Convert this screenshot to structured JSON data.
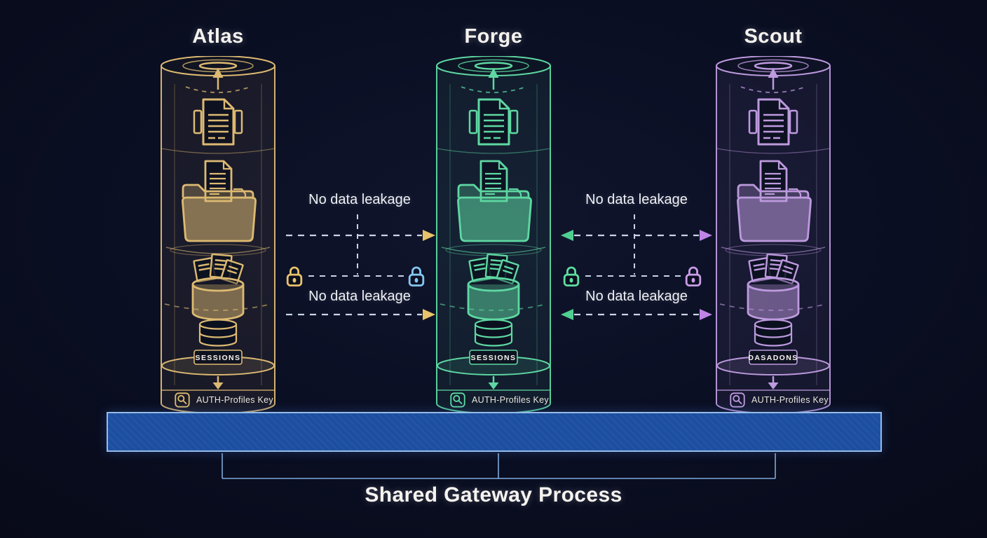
{
  "canvas": {
    "background_center": "#10152d",
    "background_edge": "#070a17"
  },
  "pillars": [
    {
      "title": "Atlas",
      "accent": "#ddba72",
      "db_label": "SESSIONS",
      "footer_label": "AUTH-Profiles Key"
    },
    {
      "title": "Forge",
      "accent": "#5ed8a2",
      "db_label": "SESSIONS",
      "footer_label": "AUTH-Profiles Key"
    },
    {
      "title": "Scout",
      "accent": "#bd9ade",
      "db_label": "DASADONS",
      "footer_label": "AUTH-Profiles Key"
    }
  ],
  "channels": [
    {
      "top_label": "No data leakage",
      "bottom_label": "No data leakage",
      "dash_color": "#c9d3e4",
      "left_lock_color": "#e7c36a",
      "right_lock_color": "#85c8f2",
      "arrowhead_color": "#e7c36a"
    },
    {
      "top_label": "No data leakage",
      "bottom_label": "No data leakage",
      "dash_color": "#c9d3e4",
      "left_lock_color": "#5fdf9f",
      "right_lock_color": "#cb9ce8",
      "arrowhead_left_color": "#4fcf92",
      "arrowhead_right_color": "#bf84e6"
    }
  ],
  "gateway": {
    "label": "Shared Gateway Process",
    "bar_color": "#1d4fa1",
    "bar_border_color": "#94bce9",
    "bracket_color": "#7fa9da"
  },
  "icons": {
    "up-arrow-icon": "triangle arrow pointing up out of cylinder lid",
    "documents-icon": "document page with text lines and side copies",
    "folder-icon": "open folder with document sticking out",
    "document-bucket-icon": "open container holding stacked documents",
    "sessions-db-icon": "small stacked-disc database",
    "down-arrow-icon": "triangle arrow pointing down to gateway",
    "magnifier-icon": "magnifying glass in rounded square",
    "lock-icon": "padlock with keyhole",
    "dashed-arrow": "dashed line with triangular arrowhead"
  }
}
